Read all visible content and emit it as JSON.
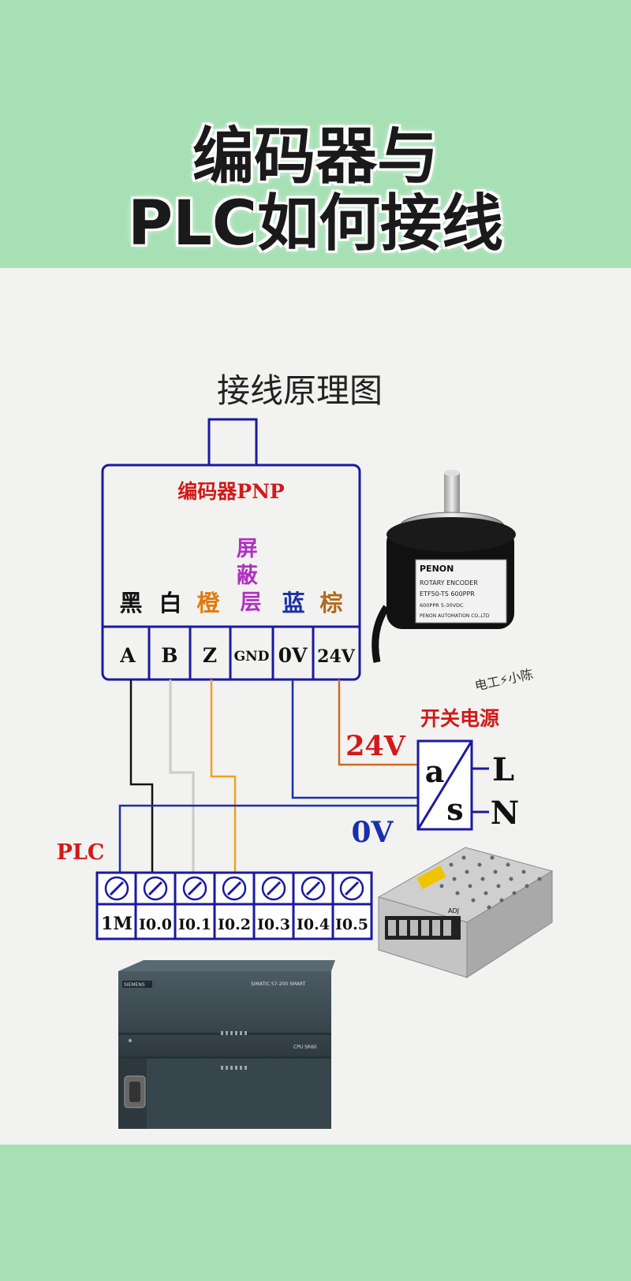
{
  "header": {
    "title_line1": "编码器与",
    "title_line2": "PLC如何接线"
  },
  "diagram": {
    "heading": "接线原理图",
    "encoder": {
      "title": "编码器PNP",
      "wire_colors": [
        "黑",
        "白",
        "橙",
        "屏蔽层",
        "蓝",
        "棕"
      ],
      "terminals": [
        "A",
        "B",
        "Z",
        "GND",
        "0V",
        "24V"
      ]
    },
    "power": {
      "title": "开关电源",
      "v24": "24V",
      "v0": "0V",
      "a": "a",
      "s": "s",
      "L": "L",
      "N": "N"
    },
    "plc": {
      "title": "PLC",
      "terminals": [
        "1M",
        "I0.0",
        "I0.1",
        "I0.2",
        "I0.3",
        "I0.4",
        "I0.5"
      ]
    },
    "watermark": "电工⚡小陈",
    "encoder_photo": {
      "brand": "PENON",
      "line1": "ROTARY ENCODER",
      "line2": "ETF50-TS 600PPR",
      "line3": "600PPR      5-30VDC",
      "line4": "PENON AUTOMATION CO.,LTD"
    },
    "plc_photo": {
      "brand": "SIEMENS",
      "model": "SIMATIC S7-200 SMART",
      "cpu": "CPU SR60"
    },
    "psu_photo": {
      "adj": "ADJ"
    }
  },
  "colors": {
    "banner": "#a6e0b4",
    "box_border": "#1a1aa0",
    "red_label": "#d11a1a",
    "blue_label": "#1a2fa8",
    "orange_wire": "#f0a020",
    "brown_wire": "#d2691e"
  }
}
